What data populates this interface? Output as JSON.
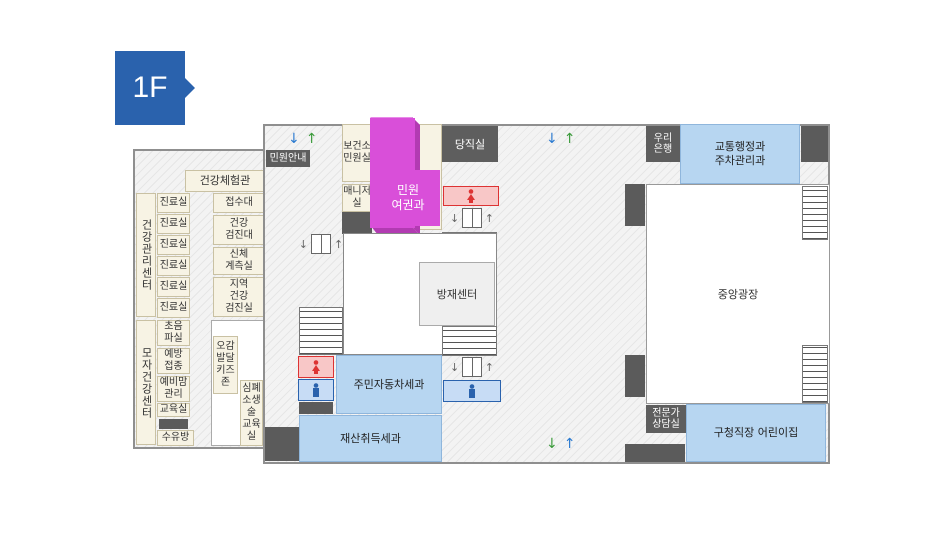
{
  "floor": {
    "label": "1F",
    "accent": "#2a62ad"
  },
  "rooms": {
    "health_experience": "건강체험관",
    "health_center_vertical": "건강관리센터",
    "exam_rooms": [
      "진료실",
      "진료실",
      "진료실",
      "진료실",
      "진료실",
      "진료실"
    ],
    "reception": "접수대",
    "checkup_desk": "건강\n검진대",
    "body_measure": "신체\n계측실",
    "regional_checkup": "지역\n건강\n검진실",
    "ultrasound": "초음\n파실",
    "vaccination": "예방\n접종",
    "pre_parent": "예비맘\n관리",
    "education": "교육실",
    "nursing": "수유방",
    "maternal_center_vertical": "모자건강센터",
    "kids_cafe": "오감\n발달\n키즈\n존",
    "lifestyle_edu": "심폐\n소생\n술\n교육\n실",
    "info_desk": "민원안내",
    "health_civil": "보건소\n민원실",
    "manager": "매니저\n실",
    "passport": "민원\n여권과",
    "duty_room": "당직실",
    "bank": "우리\n은행",
    "traffic": "교통행정과\n주차관리과",
    "central_plaza": "중앙광장",
    "disaster_center": "방재센터",
    "vehicle": "주민자동차세과",
    "property_tax": "재산취득세과",
    "consult": "전문가\n상담실",
    "daycare": "구청직장 어린이집"
  },
  "colors": {
    "passport": "#d94fd9",
    "office_blue": "#b7d6f1",
    "room_beige": "#f7f3e4",
    "wall_dark": "#5b5b5b",
    "wc_red": "#d33333",
    "wc_blue": "#2a62ad",
    "arrow_up": "#3a9a3a",
    "arrow_down": "#2a7ad0"
  },
  "icons": [
    "restroom-female-icon",
    "restroom-male-icon",
    "elevator-icon",
    "stairs-icon",
    "entrance-arrow-icon"
  ]
}
